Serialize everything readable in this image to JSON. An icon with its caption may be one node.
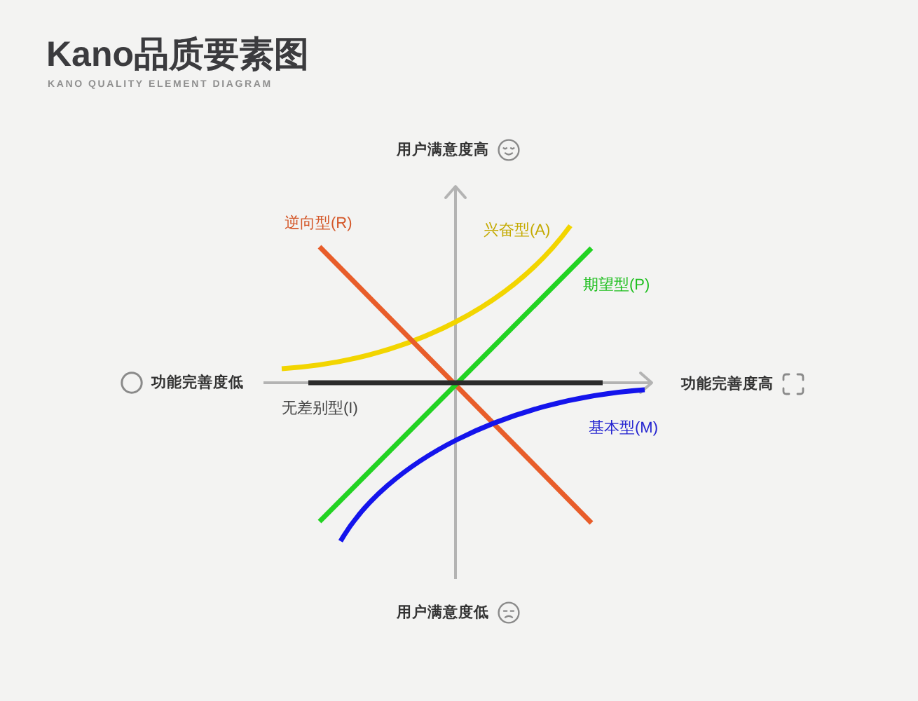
{
  "diagram": {
    "title": "Kano品质要素图",
    "labels": [
      "KANO QUALITY ELEMENT DIAGRAM",
      "用户满意度高",
      "逆向型(R)",
      "兴奋型(A)",
      "期望型(P)",
      "功能完善度低",
      "功能完善度高",
      "无差别型(I)",
      "基本型(M)",
      "用户满意度低"
    ]
  }
}
